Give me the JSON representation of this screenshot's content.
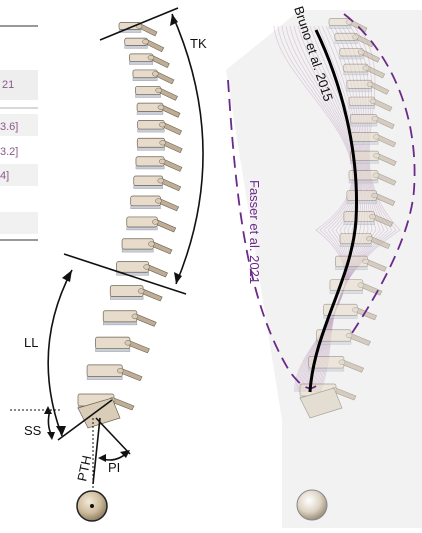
{
  "table_fragment": {
    "header_value": "21",
    "rows": [
      "3.6]",
      "3.2]",
      "4]"
    ]
  },
  "labels": {
    "tk": "TK",
    "ll": "LL",
    "ss": "SS",
    "pth": "PTH",
    "pi": "PI"
  },
  "references": {
    "bruno": "Bruno et al. 2015",
    "fasser": "Fasser et al. 2021"
  },
  "colors": {
    "bone": "#e7dccb",
    "bone_dark": "#bfae97",
    "disc": "#c9ced8",
    "purple": "#6a2a8a",
    "fan": "#c9aec9"
  }
}
